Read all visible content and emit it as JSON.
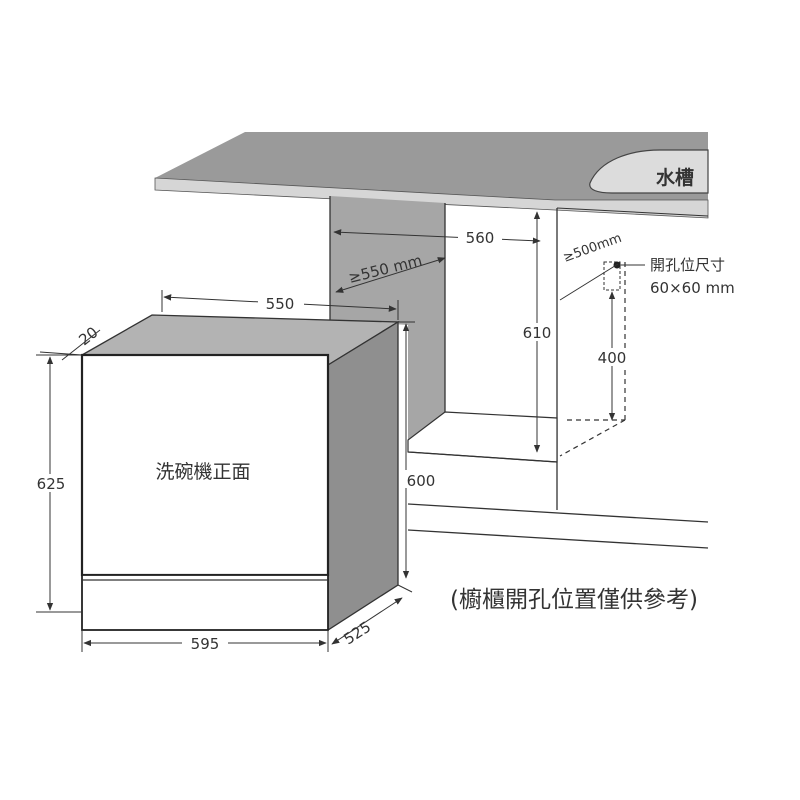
{
  "labels": {
    "sink": "水槽",
    "front": "洗碗機正面",
    "hole_title": "開孔位尺寸",
    "hole_size": "60×60 mm",
    "note": "(櫥櫃開孔位置僅供參考)"
  },
  "dimensions": {
    "opening_width": "560",
    "opening_depth": "≥550 mm",
    "side_gap": "≥500mm",
    "opening_height": "610",
    "hole_height": "400",
    "machine_depth_top": "550",
    "machine_top_offset": "20",
    "machine_height": "625",
    "machine_body_height": "600",
    "machine_width": "595",
    "machine_depth_bottom": "525"
  },
  "colors": {
    "countertop": "#9a9a9a",
    "cavity": "#a6a6a6",
    "machine_top": "#b3b3b3",
    "machine_side": "#8f8f8f",
    "line": "#333333"
  }
}
